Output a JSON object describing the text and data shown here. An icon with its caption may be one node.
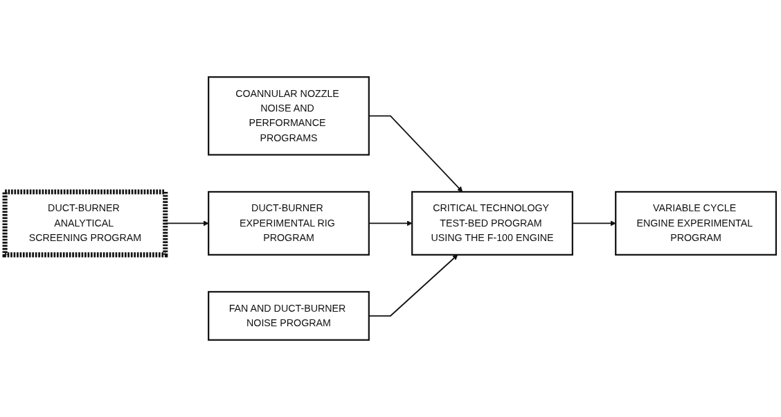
{
  "diagram": {
    "nodes": [
      {
        "text": [
          "COANNULAR NOZZLE NOISE AND PERFORMANCE PROGRAMS"
        ]
      },
      {
        "text": [
          "DUCT-BURNER ANALYTICAL SCREENING PROGRAM"
        ]
      },
      {
        "text": [
          "DUCT-BURNER EXPERIMENTAL RIG PROGRAM"
        ]
      },
      {
        "text": [
          "FAN AND DUCT-BURNER NOISE PROGRAM"
        ]
      },
      {
        "text": [
          "CRITICAL TECHNOLOGY TEST-BED PROGRAM USING THE F-100 ENGINE"
        ]
      },
      {
        "text": [
          "VARIABLE CYCLE ENGINE EXPERIMENTAL PROGRAM"
        ]
      }
    ],
    "edges": [
      {
        "from": 0,
        "to": 4,
        "arrow": "to"
      },
      {
        "from": 1,
        "to": 2,
        "arrow": "to"
      },
      {
        "from": 2,
        "to": 4,
        "arrow": "to"
      },
      {
        "from": 3,
        "to": 4,
        "arrow": "to"
      },
      {
        "from": 4,
        "to": 5,
        "arrow": "to"
      }
    ]
  }
}
